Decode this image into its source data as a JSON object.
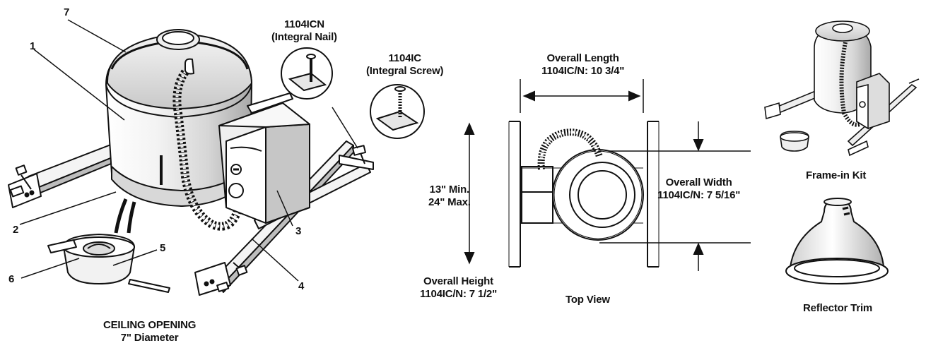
{
  "callouts": {
    "n1": "1",
    "n2": "2",
    "n3": "3",
    "n4": "4",
    "n5": "5",
    "n6": "6",
    "n7": "7"
  },
  "labels": {
    "icn_line1": "1104ICN",
    "icn_line2": "(Integral Nail)",
    "ic_line1": "1104IC",
    "ic_line2": "(Integral Screw)",
    "ceiling_line1": "CEILING OPENING",
    "ceiling_line2": "7\" Diameter",
    "length_line1": "Overall Length",
    "length_line2": "1104IC/N: 10 3/4\"",
    "height_min": "13\" Min.",
    "height_max": "24\" Max.",
    "width_line1": "Overall Width",
    "width_line2": "1104IC/N: 7 5/16\"",
    "overall_height_line1": "Overall Height",
    "overall_height_line2": "1104IC/N: 7 1/2\"",
    "top_view": "Top View",
    "frame_in_kit": "Frame-in Kit",
    "reflector_trim": "Reflector Trim"
  },
  "colors": {
    "ink": "#111111",
    "paper": "#ffffff",
    "shade": "#d9d9d9",
    "shade_light": "#ececec",
    "shade_dark": "#9a9a9a"
  }
}
